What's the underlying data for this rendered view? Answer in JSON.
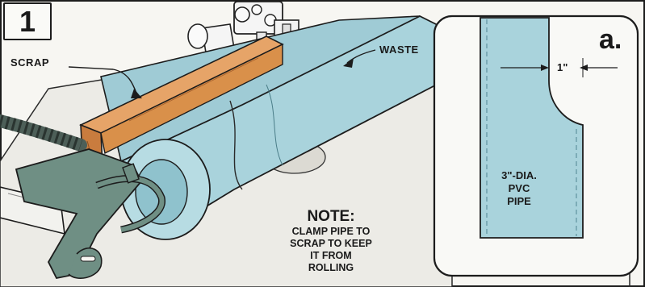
{
  "figure": {
    "step_number": "1",
    "labels": {
      "scrap": "SCRAP",
      "waste": "WASTE"
    },
    "note": {
      "title": "NOTE:",
      "body": "CLAMP PIPE TO\nSCRAP TO KEEP\nIT FROM\nROLLING"
    },
    "detail": {
      "letter": "a.",
      "dimension": "1\"",
      "pipe_label": "3\"-DIA.\nPVC\nPIPE"
    },
    "colors": {
      "pipe": "#a9d3dc",
      "pipe_dark": "#7fb7c4",
      "wood": "#d9904a",
      "wood_dark": "#b8703a",
      "clamp": "#6f8f84",
      "table": "#efeeea",
      "outline": "#1c1c1c"
    }
  }
}
